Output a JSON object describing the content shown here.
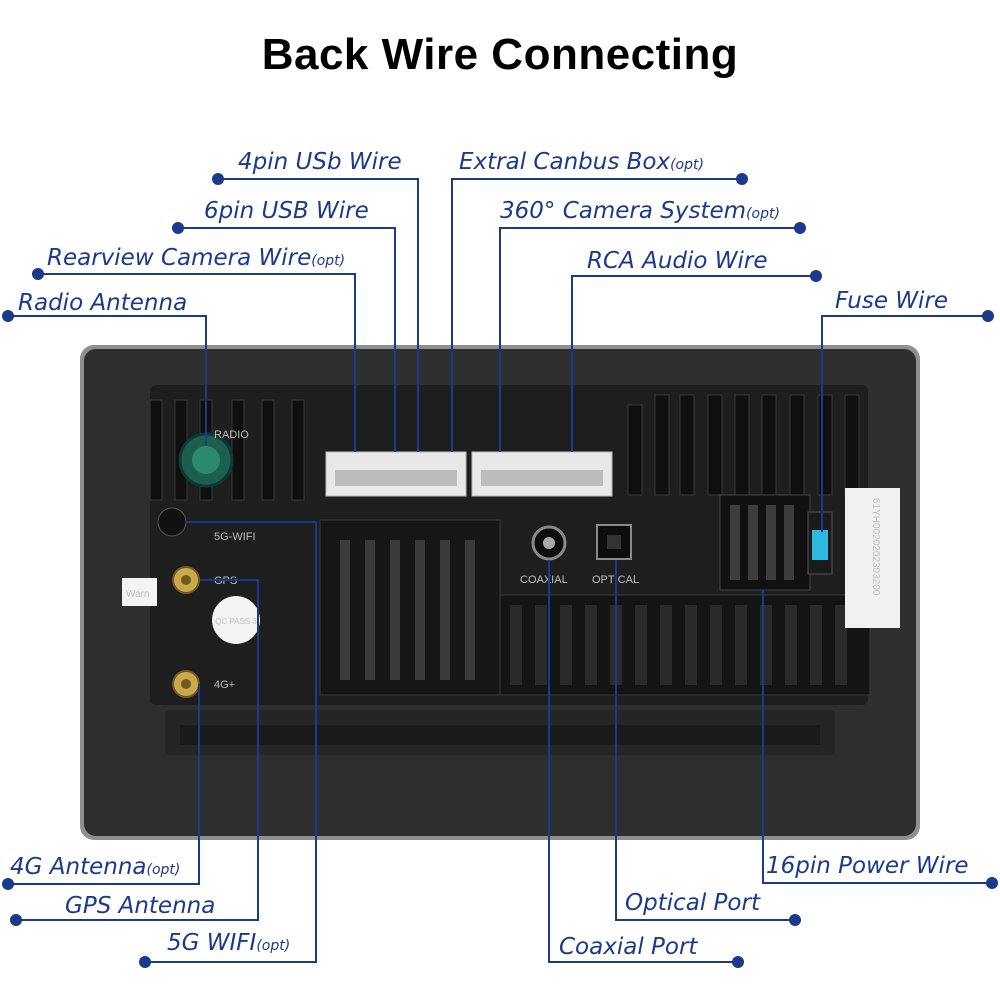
{
  "title": "Back Wire Connecting",
  "labels": {
    "usb4": {
      "text": "4pin USb Wire",
      "opt": ""
    },
    "canbus": {
      "text": "Extral Canbus Box",
      "opt": "(opt)"
    },
    "usb6": {
      "text": "6pin USB Wire",
      "opt": ""
    },
    "camera360": {
      "text": "360° Camera System",
      "opt": "(opt)"
    },
    "rearview": {
      "text": "Rearview Camera Wire",
      "opt": "(opt)"
    },
    "rca": {
      "text": "RCA Audio Wire",
      "opt": ""
    },
    "radio": {
      "text": "Radio Antenna",
      "opt": ""
    },
    "fuse": {
      "text": "Fuse Wire",
      "opt": ""
    },
    "g4": {
      "text": "4G Antenna",
      "opt": "(opt)"
    },
    "power16": {
      "text": "16pin Power Wire",
      "opt": ""
    },
    "gps": {
      "text": "GPS Antenna",
      "opt": ""
    },
    "optical": {
      "text": "Optical Port",
      "opt": ""
    },
    "wifi5g": {
      "text": "5G WIFI",
      "opt": "(opt)"
    },
    "coaxial": {
      "text": "Coaxial Port",
      "opt": ""
    }
  },
  "unit_markings": {
    "radio": "RADIO",
    "wifi": "5G-WIFI",
    "gps": "GPS",
    "lte": "4G+",
    "coaxial": "COAXIAL",
    "optical": "OPTICAL",
    "qc": "QC PASS 3",
    "warn": "Warn",
    "serial": "61YH0020202303200"
  },
  "colors": {
    "leader": "#1a3a8c",
    "unit_body": "#2b2b2b",
    "unit_frame": "#9a9a9a"
  }
}
